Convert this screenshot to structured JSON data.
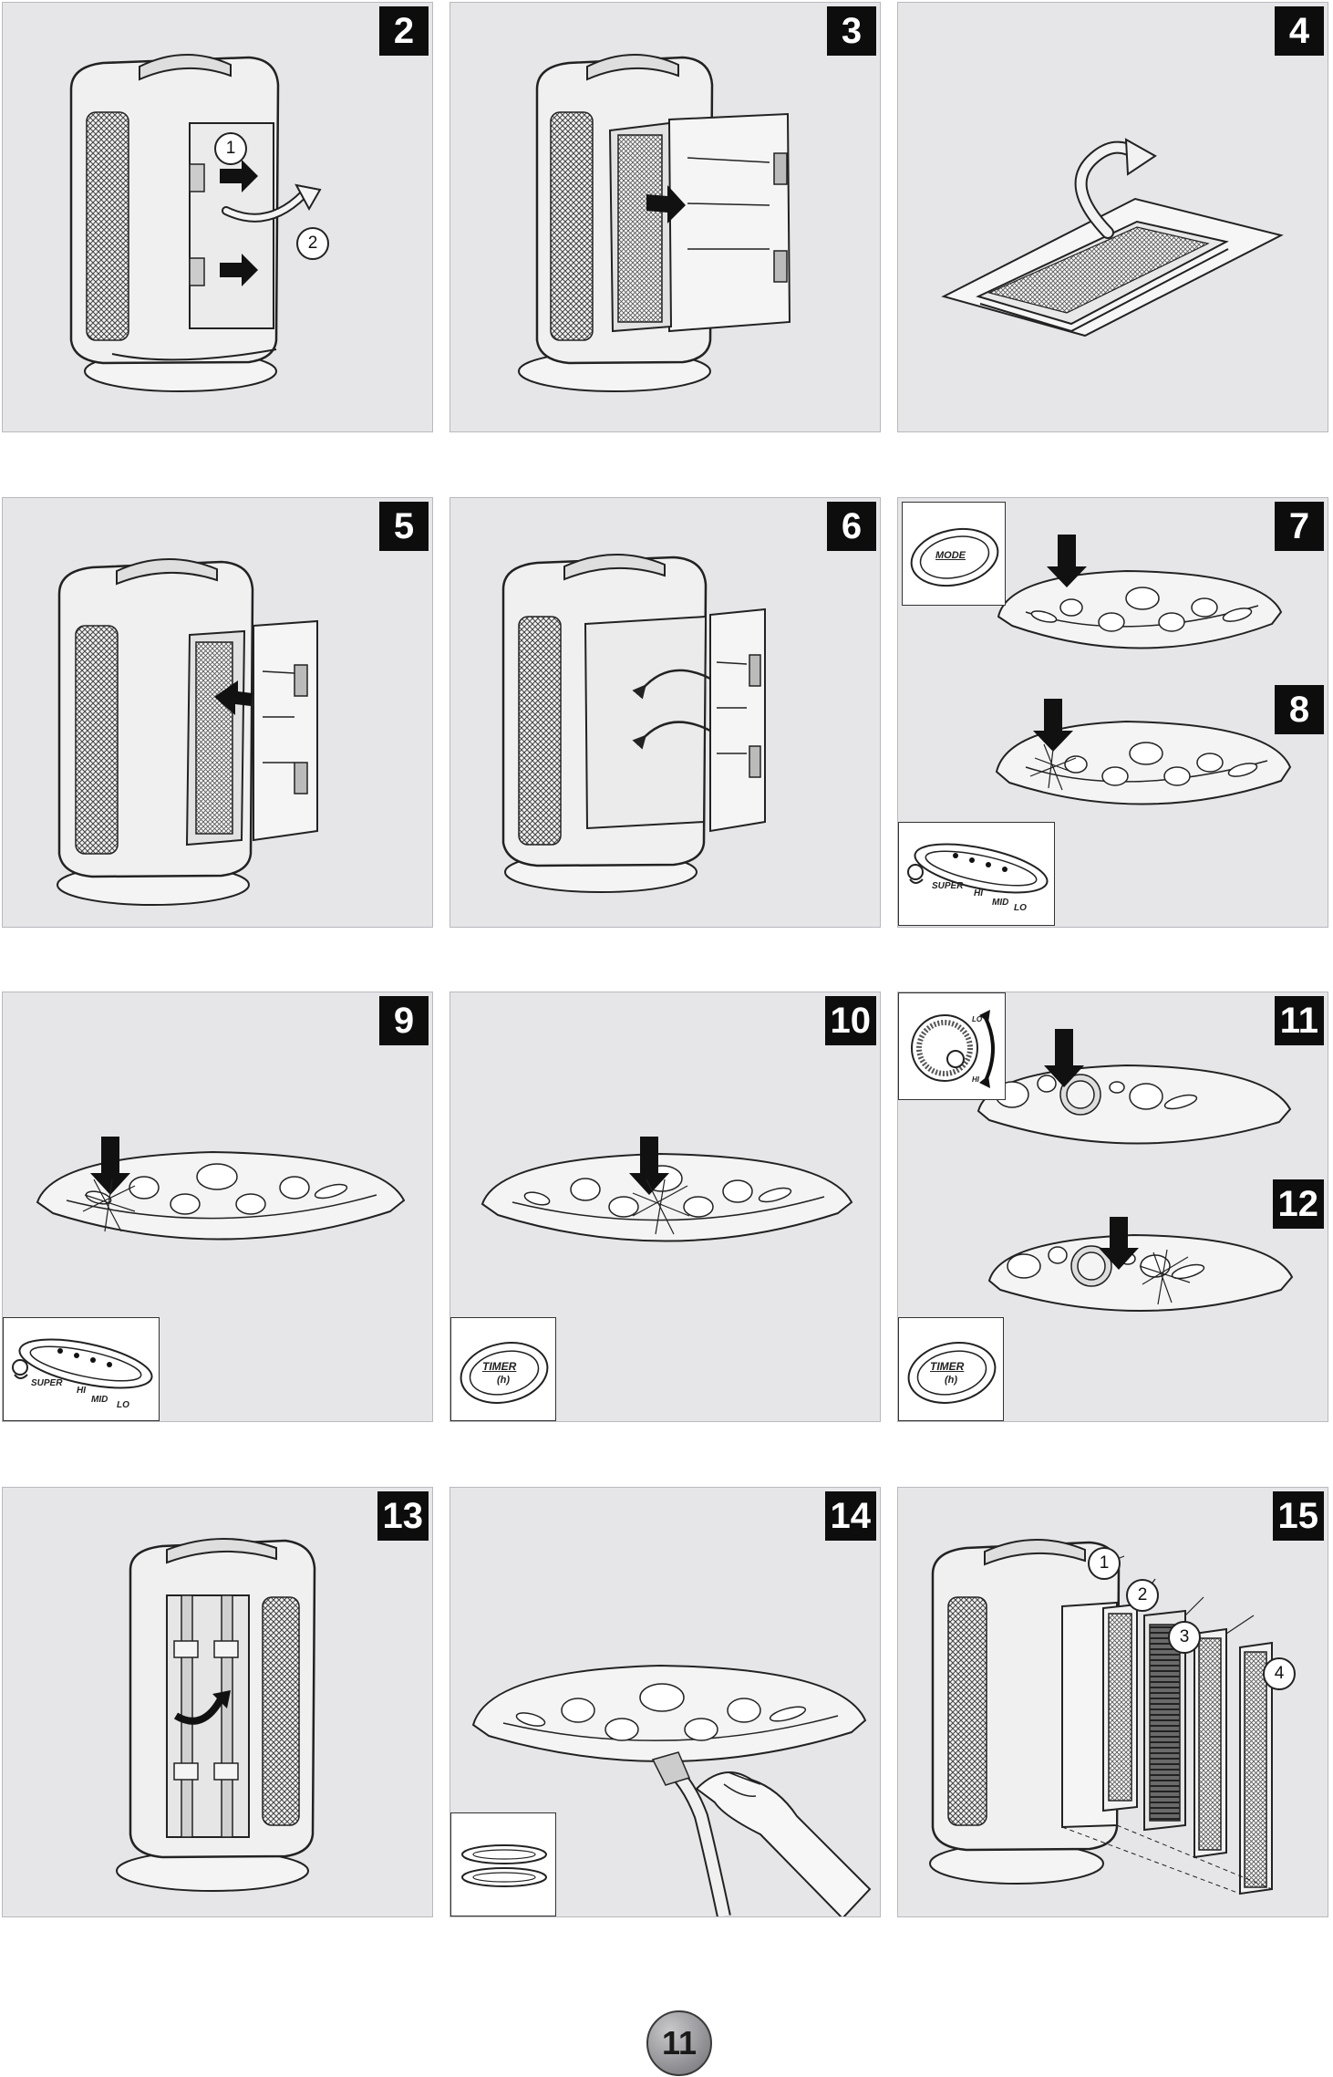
{
  "steps": [
    {
      "number": "2"
    },
    {
      "number": "3"
    },
    {
      "number": "4"
    },
    {
      "number": "5"
    },
    {
      "number": "6"
    },
    {
      "number": "7"
    },
    {
      "number": "8"
    },
    {
      "number": "9"
    },
    {
      "number": "10"
    },
    {
      "number": "11"
    },
    {
      "number": "12"
    },
    {
      "number": "13"
    },
    {
      "number": "14"
    },
    {
      "number": "15"
    }
  ],
  "callouts": {
    "step2": [
      "1",
      "2"
    ],
    "step15": [
      "1",
      "2",
      "3",
      "4"
    ]
  },
  "insets": {
    "mode_label": "MODE",
    "timer_label": "TIMER",
    "timer_unit": "(h)",
    "speed_labels": [
      "SUPER",
      "HI",
      "MID",
      "LO"
    ],
    "dial_labels": [
      "LO",
      "HI"
    ]
  },
  "page": {
    "number": "11"
  },
  "colors": {
    "panel_bg": "#e6e6e9",
    "badge_bg": "#0d0d0d",
    "badge_text": "#ffffff",
    "line": "#222222"
  }
}
